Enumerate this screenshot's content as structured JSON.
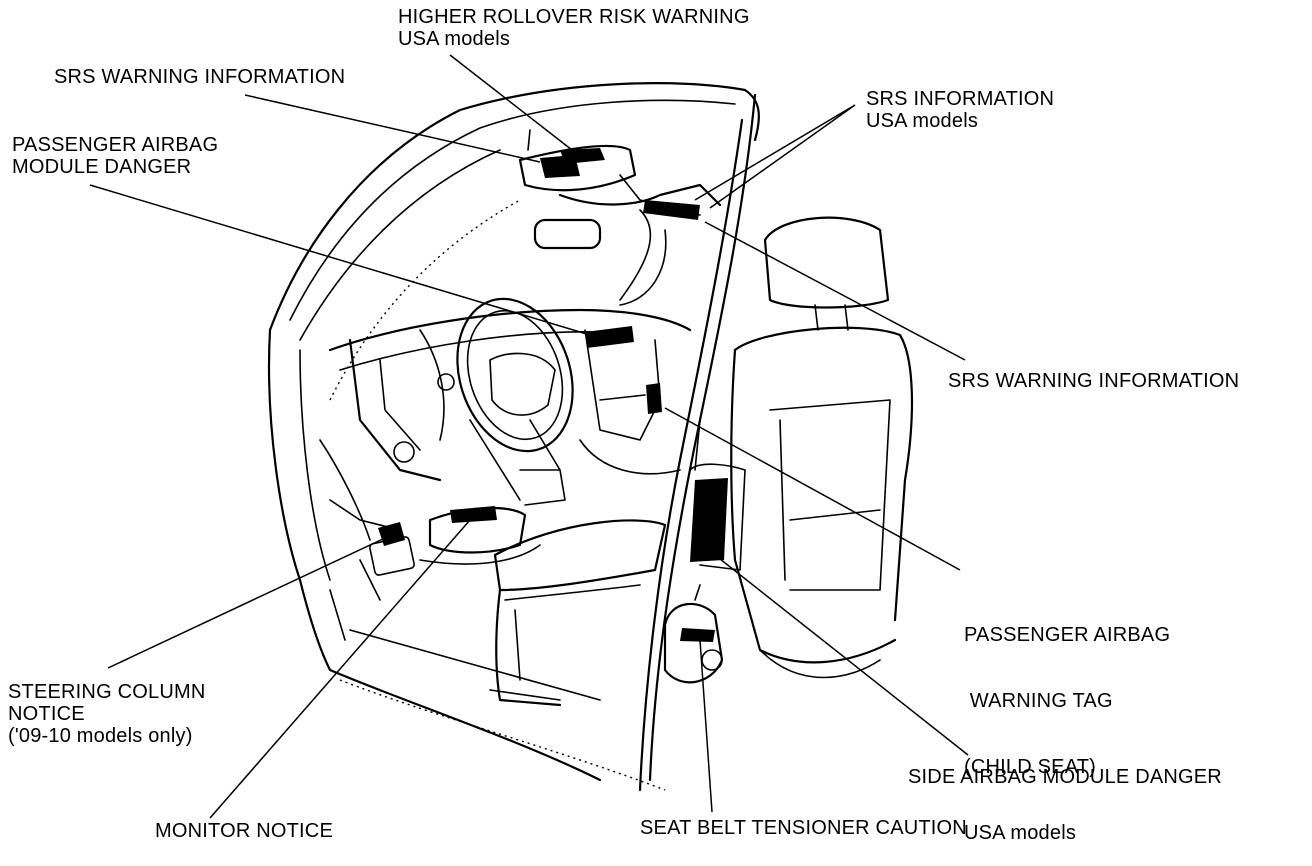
{
  "labels": {
    "higher_rollover": [
      "HIGHER ROLLOVER RISK WARNING",
      "USA models"
    ],
    "srs_warning_info_top": [
      "SRS WARNING INFORMATION"
    ],
    "passenger_airbag_danger": [
      "PASSENGER AIRBAG",
      "MODULE DANGER"
    ],
    "srs_information": [
      "SRS INFORMATION",
      "USA models"
    ],
    "srs_warning_info_right": [
      "SRS WARNING INFORMATION"
    ],
    "passenger_airbag_tag": [
      "PASSENGER AIRBAG",
      " WARNING TAG",
      "(CHILD SEAT)",
      "USA models"
    ],
    "steering_column_notice": [
      "STEERING COLUMN",
      "NOTICE",
      "('09-10 models only)"
    ],
    "side_airbag_danger": [
      "SIDE AIRBAG MODULE DANGER"
    ],
    "monitor_notice": [
      "MONITOR NOTICE"
    ],
    "seat_belt_caution": [
      "SEAT BELT TENSIONER CAUTION"
    ]
  },
  "colors": {
    "ink": "#000000",
    "paper": "#ffffff"
  }
}
